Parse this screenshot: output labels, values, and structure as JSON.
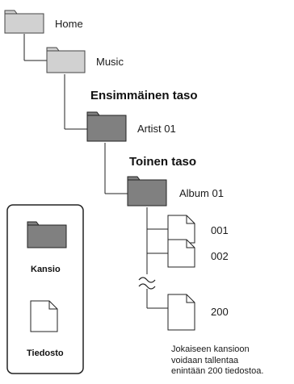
{
  "colors": {
    "folder_light": "#d1d1d1",
    "folder_dark": "#808080",
    "line": "#222222"
  },
  "tree": {
    "home_label": "Home",
    "music_label": "Music",
    "level1_heading": "Ensimmäinen taso",
    "artist_label": "Artist 01",
    "level2_heading": "Toinen taso",
    "album_label": "Album 01",
    "files": [
      "001",
      "002",
      "200"
    ]
  },
  "legend": {
    "folder_label": "Kansio",
    "file_label": "Tiedosto",
    "folder_icon": "folder-icon",
    "file_icon": "file-icon"
  },
  "note": {
    "lines": [
      "Jokaiseen kansioon",
      "voidaan tallentaa",
      "enintään 200 tiedostoa."
    ]
  }
}
